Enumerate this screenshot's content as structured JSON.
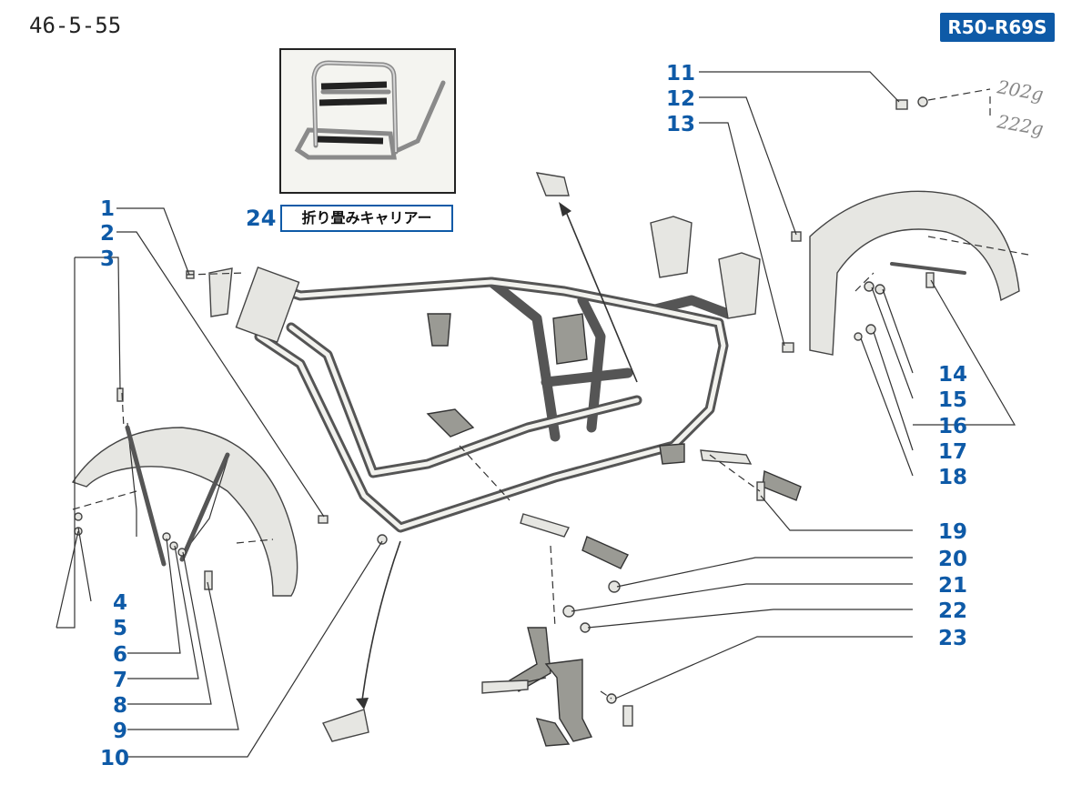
{
  "page_code": "46-5-55",
  "model": "R50-R69S",
  "inset": {
    "number": "24",
    "label": "折り畳みキャリアー"
  },
  "callouts": [
    "1",
    "2",
    "3",
    "4",
    "5",
    "6",
    "7",
    "8",
    "9",
    "10",
    "11",
    "12",
    "13",
    "14",
    "15",
    "16",
    "17",
    "18",
    "19",
    "20",
    "21",
    "22",
    "23"
  ],
  "fender_emblems": [
    "202g",
    "222g"
  ],
  "colors": {
    "accent": "#0e5aa7",
    "line": "#333333",
    "part_fill": "#e6e6e2"
  }
}
